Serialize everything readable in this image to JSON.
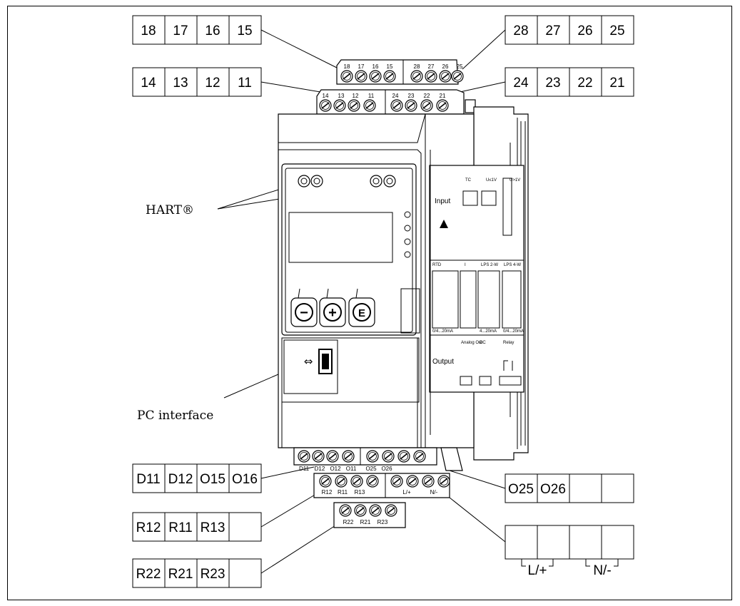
{
  "terminal_boxes": {
    "top_left_upper": [
      "18",
      "17",
      "16",
      "15"
    ],
    "top_left_lower": [
      "14",
      "13",
      "12",
      "11"
    ],
    "top_right_upper": [
      "28",
      "27",
      "26",
      "25"
    ],
    "top_right_lower": [
      "24",
      "23",
      "22",
      "21"
    ],
    "bottom_left_1": [
      "D11",
      "D12",
      "O15",
      "O16"
    ],
    "bottom_left_2": [
      "R12",
      "R11",
      "R13",
      ""
    ],
    "bottom_left_3": [
      "R22",
      "R21",
      "R23",
      ""
    ],
    "bottom_right_1": [
      "O25",
      "O26",
      "",
      ""
    ],
    "bottom_right_2": [
      "",
      "",
      "",
      ""
    ]
  },
  "power_labels": {
    "left": "L/+",
    "right": "N/-"
  },
  "callouts": {
    "hart": "HART®",
    "pc_interface": "PC interface"
  },
  "connector_labels": {
    "top_upper": [
      "18",
      "17",
      "16",
      "15",
      "28",
      "27",
      "26",
      "25"
    ],
    "top_lower": [
      "14",
      "13",
      "12",
      "11",
      "24",
      "23",
      "22",
      "21"
    ],
    "bottom_upper": [
      "D11",
      "D12",
      "O12",
      "O11",
      "O25",
      "O26"
    ],
    "bottom_mid": [
      "R12",
      "R11",
      "R13",
      "L/+",
      "N/-"
    ],
    "bottom_lower": [
      "R22",
      "R21",
      "R23"
    ]
  },
  "panel": {
    "input_label": "Input",
    "output_label": "Output",
    "tc_label": "TC",
    "u1_label": "U≤1V",
    "u2_label": "U>1V",
    "rtd_label": "RTD",
    "i_label": "I",
    "lps2_label": "LPS 2-W",
    "lps4_label": "LPS 4-W",
    "relay_label": "Relay",
    "analog_label": "Analog Out",
    "dc_label": "DC",
    "range1": "0/4...20mA",
    "range2": "4...20mA",
    "range3": "0/4...20mA"
  },
  "buttons": {
    "minus": "−",
    "plus": "+",
    "enter": "E"
  }
}
